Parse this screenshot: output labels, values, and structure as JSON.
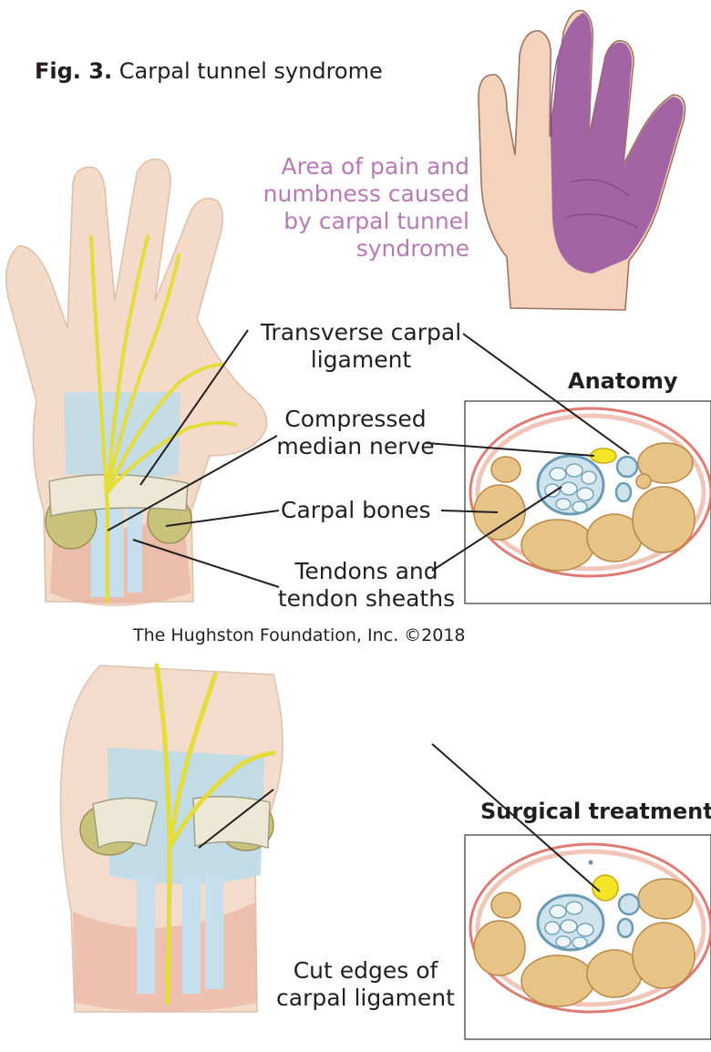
{
  "figure": {
    "number_label": "Fig. 3.",
    "title": "Carpal tunnel syndrome"
  },
  "pain_label": "Area of pain and numbness caused by carpal tunnel syndrome",
  "labels": {
    "transverse_ligament": [
      "Transverse carpal",
      "ligament"
    ],
    "median_nerve": [
      "Compressed",
      "median nerve"
    ],
    "carpal_bones": "Carpal bones",
    "tendons": [
      "Tendons and",
      "tendon sheaths"
    ],
    "cut_edges": [
      "Cut edges of",
      "carpal ligament"
    ]
  },
  "sections": {
    "anatomy": "Anatomy",
    "surgical": "Surgical treatment"
  },
  "credit": "The Hughston Foundation, Inc. ©2018",
  "colors": {
    "pain_area": "#9b5aa0",
    "pain_text": "#b77ab4",
    "skin": "#f0cdb6",
    "nerve": "#e6e13a",
    "tendon_sheath": "#b7d6e4",
    "bone": "#e6c487",
    "ligament": "#ece8d6",
    "leader_line": "#231f20"
  }
}
